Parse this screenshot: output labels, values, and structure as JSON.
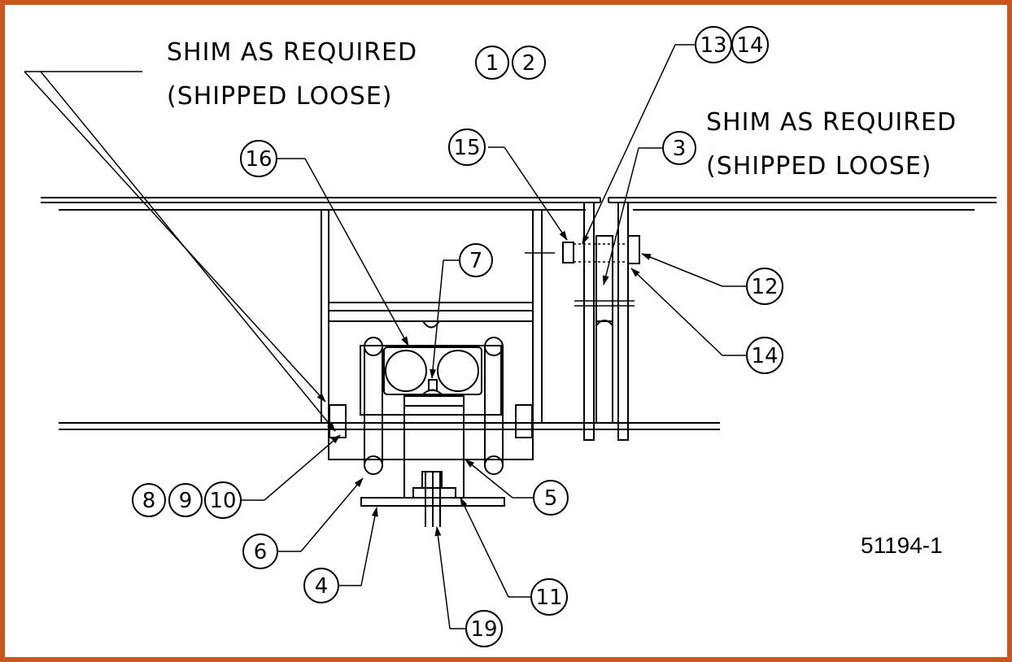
{
  "notes": {
    "shim_left_line1": "SHIM AS REQUIRED",
    "shim_left_line2": "(SHIPPED LOOSE)",
    "shim_right_line1": "SHIM AS REQUIRED",
    "shim_right_line2": "(SHIPPED LOOSE)"
  },
  "drawing_number": "51194-1",
  "balloons": {
    "b1": "1",
    "b2": "2",
    "b3": "3",
    "b4": "4",
    "b5": "5",
    "b6": "6",
    "b7": "7",
    "b8": "8",
    "b9": "9",
    "b10": "10",
    "b11": "11",
    "b12": "12",
    "b13": "13",
    "b14a": "14",
    "b14b": "14",
    "b15": "15",
    "b16": "16",
    "b19": "19"
  },
  "colors": {
    "border": "#c9561e",
    "ink": "#000000"
  }
}
